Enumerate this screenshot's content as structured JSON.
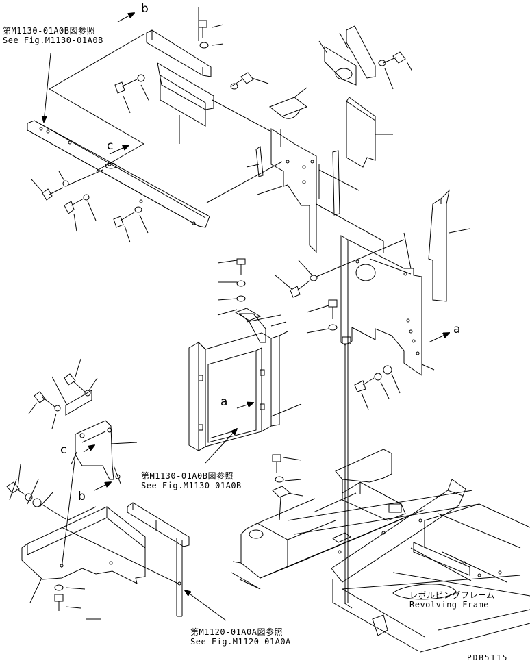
{
  "references": {
    "ref_top": {
      "jp": "第M1130-01A0B図参照",
      "en": "See Fig.M1130-01A0B"
    },
    "ref_mid": {
      "jp": "第M1130-01A0B図参照",
      "en": "See Fig.M1130-01A0B"
    },
    "ref_bottom": {
      "jp": "第M1120-01A0A図参照",
      "en": "See Fig.M1120-01A0A"
    }
  },
  "frame_label": {
    "jp": "レボルビングフレーム",
    "en": "Revolving Frame"
  },
  "view_markers": {
    "b_top": "b",
    "c_upper": "c",
    "a_right": "a",
    "a_radiator": "a",
    "c_lower": "c",
    "b_lower": "b"
  },
  "drawing_code": "PDB5115",
  "colors": {
    "line": "#000000",
    "background": "#ffffff"
  }
}
